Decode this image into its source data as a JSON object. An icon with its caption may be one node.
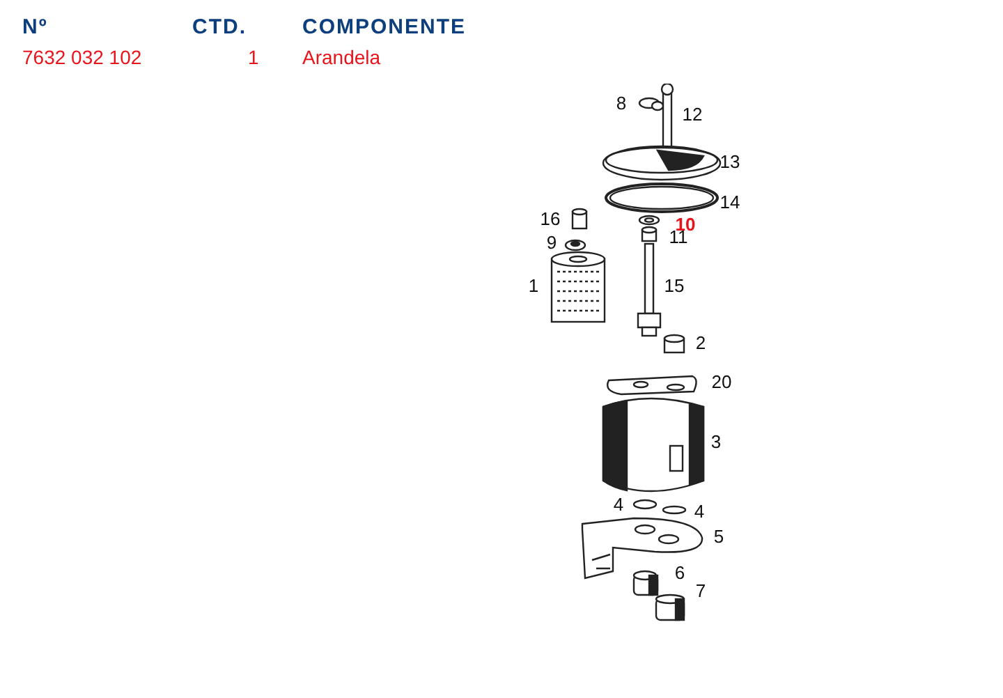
{
  "diagram": {
    "labels": [
      "Nº",
      "CTD.",
      "COMPONENTE",
      "7632 032 102",
      "1",
      "Arandela",
      "8",
      "12",
      "13",
      "14",
      "16",
      "10",
      "9",
      "11",
      "1",
      "15",
      "2",
      "20",
      "3",
      "4",
      "4",
      "5",
      "6",
      "7"
    ]
  }
}
